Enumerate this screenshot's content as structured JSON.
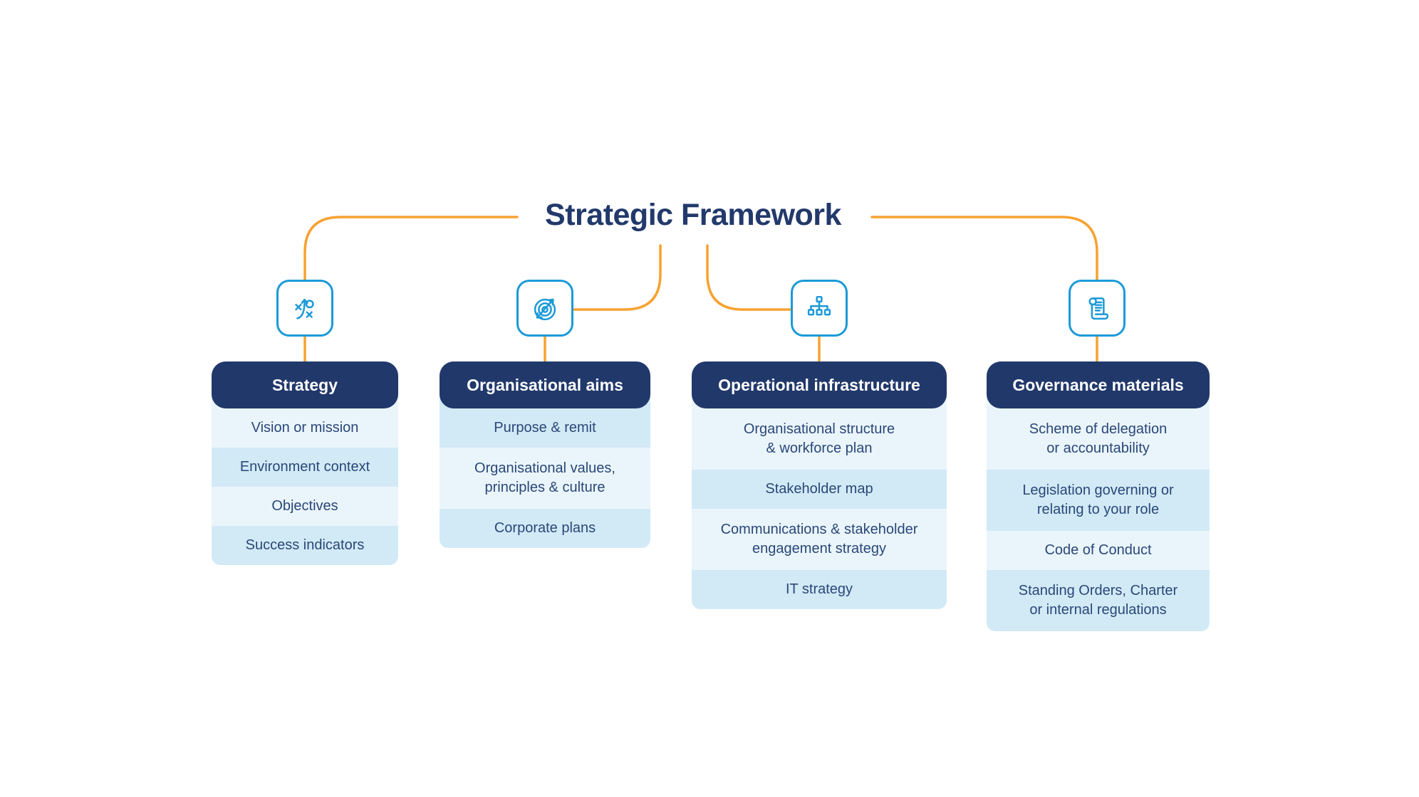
{
  "title": "Strategic Framework",
  "colors": {
    "navy_header": "#21386B",
    "title_text": "#22396B",
    "row_text": "#2A4778",
    "row_light": "#EAF5FB",
    "row_dark": "#D2EAF6",
    "icon_blue": "#1B9AD7",
    "connector_orange": "#F7A230",
    "background": "#FFFFFF"
  },
  "columns": [
    {
      "id": "strategy",
      "icon": "strategy-tactics-icon",
      "header": "Strategy",
      "rows": [
        {
          "lines": [
            "Vision or mission"
          ],
          "shade": "light"
        },
        {
          "lines": [
            "Environment context"
          ],
          "shade": "dark"
        },
        {
          "lines": [
            "Objectives"
          ],
          "shade": "light"
        },
        {
          "lines": [
            "Success indicators"
          ],
          "shade": "dark"
        }
      ]
    },
    {
      "id": "organisational-aims",
      "icon": "target-arrow-icon",
      "header": "Organisational aims",
      "rows": [
        {
          "lines": [
            "Purpose & remit"
          ],
          "shade": "dark"
        },
        {
          "lines": [
            "Organisational values,",
            "principles & culture"
          ],
          "shade": "light"
        },
        {
          "lines": [
            "Corporate plans"
          ],
          "shade": "dark"
        }
      ]
    },
    {
      "id": "operational-infrastructure",
      "icon": "org-chart-icon",
      "header": "Operational infrastructure",
      "rows": [
        {
          "lines": [
            "Organisational structure",
            "& workforce plan"
          ],
          "shade": "light"
        },
        {
          "lines": [
            "Stakeholder map"
          ],
          "shade": "dark"
        },
        {
          "lines": [
            "Communications & stakeholder",
            "engagement strategy"
          ],
          "shade": "light"
        },
        {
          "lines": [
            "IT strategy"
          ],
          "shade": "dark"
        }
      ]
    },
    {
      "id": "governance-materials",
      "icon": "scroll-icon",
      "header": "Governance materials",
      "rows": [
        {
          "lines": [
            "Scheme of delegation",
            "or accountability"
          ],
          "shade": "light"
        },
        {
          "lines": [
            "Legislation governing or",
            "relating to your role"
          ],
          "shade": "dark"
        },
        {
          "lines": [
            "Code of Conduct"
          ],
          "shade": "light"
        },
        {
          "lines": [
            "Standing Orders, Charter",
            "or internal regulations"
          ],
          "shade": "dark"
        }
      ]
    }
  ]
}
